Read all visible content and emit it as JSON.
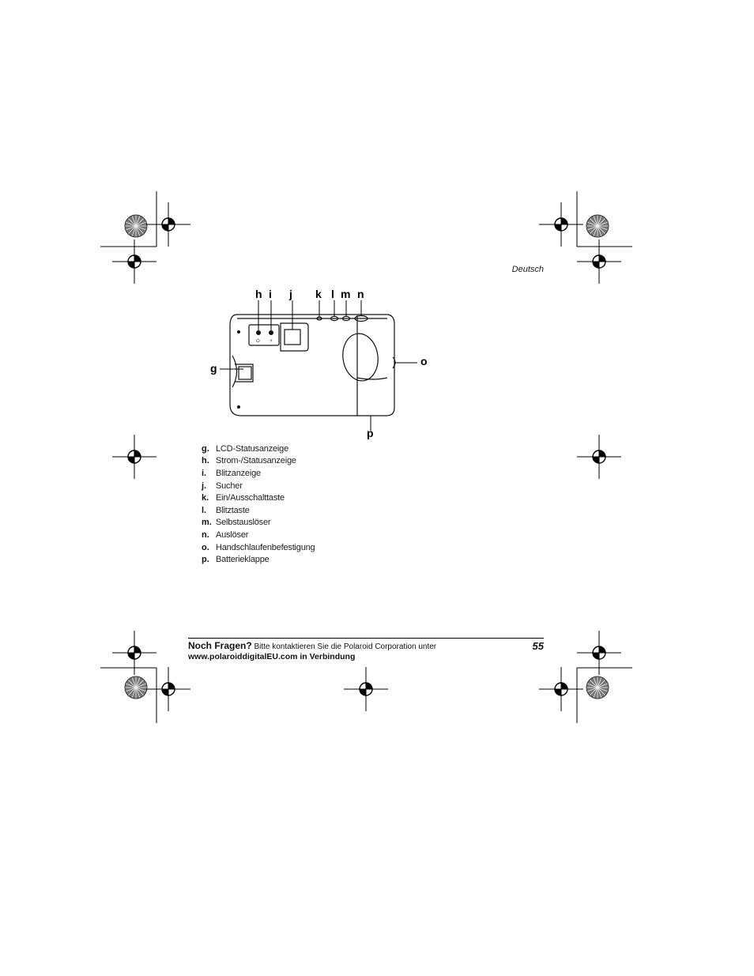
{
  "header": {
    "language": "Deutsch"
  },
  "diagram": {
    "callouts": {
      "g": "g",
      "h": "h",
      "i": "i",
      "j": "j",
      "k": "k",
      "l": "l",
      "m": "m",
      "n": "n",
      "o": "o",
      "p": "p"
    }
  },
  "legend": {
    "items": [
      {
        "letter": "g.",
        "text": "LCD-Statusanzeige"
      },
      {
        "letter": "h.",
        "text": "Strom-/Statusanzeige"
      },
      {
        "letter": "i.",
        "text": "Blitzanzeige"
      },
      {
        "letter": "j.",
        "text": "Sucher"
      },
      {
        "letter": "k.",
        "text": "Ein/Ausschalttaste"
      },
      {
        "letter": "l.",
        "text": "Blitztaste"
      },
      {
        "letter": "m.",
        "text": "Selbstauslöser"
      },
      {
        "letter": "n.",
        "text": "Auslöser"
      },
      {
        "letter": "o.",
        "text": "Handschlaufenbefestigung"
      },
      {
        "letter": "p.",
        "text": "Batterieklappe"
      }
    ]
  },
  "footer": {
    "question": "Noch Fragen?",
    "text": "Bitte kontaktieren Sie die Polaroid Corporation unter",
    "url_line": "www.polaroiddigitalEU.com in Verbindung",
    "page_number": "55"
  }
}
